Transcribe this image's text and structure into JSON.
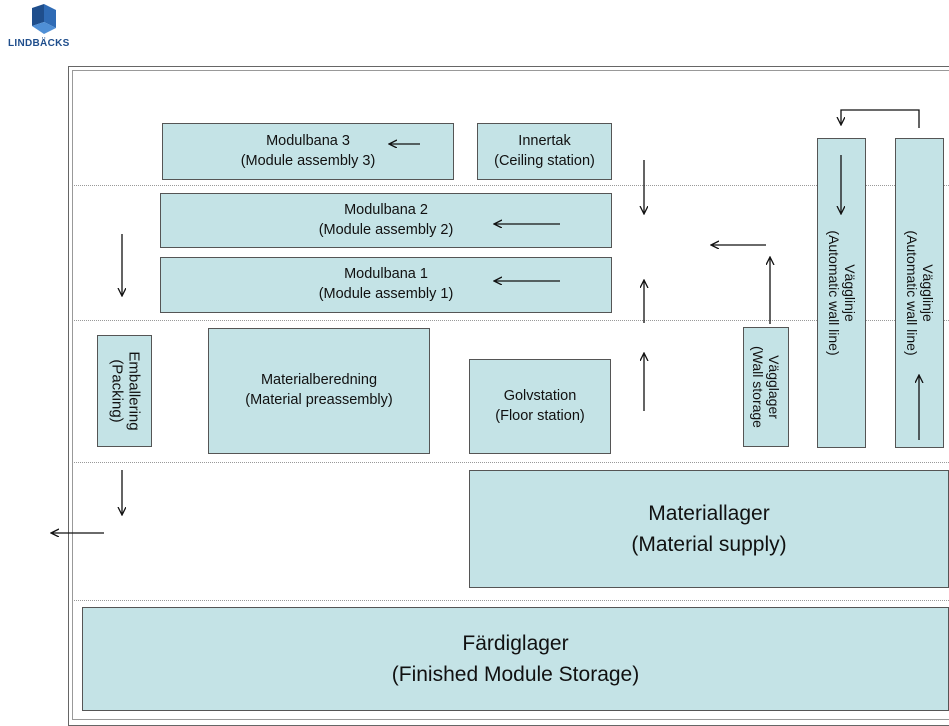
{
  "logo": {
    "text": "LINDBÄCKS"
  },
  "stations": {
    "modulbana3": {
      "line1": "Modulbana 3",
      "line2": "(Module assembly 3)"
    },
    "innertak": {
      "line1": "Innertak",
      "line2": "(Ceiling station)"
    },
    "modulbana2": {
      "line1": "Modulbana 2",
      "line2": "(Module assembly 2)"
    },
    "modulbana1": {
      "line1": "Modulbana 1",
      "line2": "(Module assembly 1)"
    },
    "emballering": {
      "line1": "Emballering",
      "line2": "(Packing)"
    },
    "materialberedning": {
      "line1": "Materialberedning",
      "line2": "(Material preassembly)"
    },
    "golvstation": {
      "line1": "Golvstation",
      "line2": "(Floor station)"
    },
    "vagglager": {
      "line1": "Vägglager",
      "line2": "(Wall storage"
    },
    "vagglinje_a": {
      "line1": "Vägglinje",
      "line2": "(Automatic wall line)"
    },
    "vagglinje_b": {
      "line1": "Vägglinje",
      "line2": "(Automatic wall line)"
    },
    "materiallager": {
      "line1": "Materiallager",
      "line2": "(Material supply)"
    },
    "fardiglager": {
      "line1": "Färdiglager",
      "line2": "(Finished Module Storage)"
    }
  }
}
